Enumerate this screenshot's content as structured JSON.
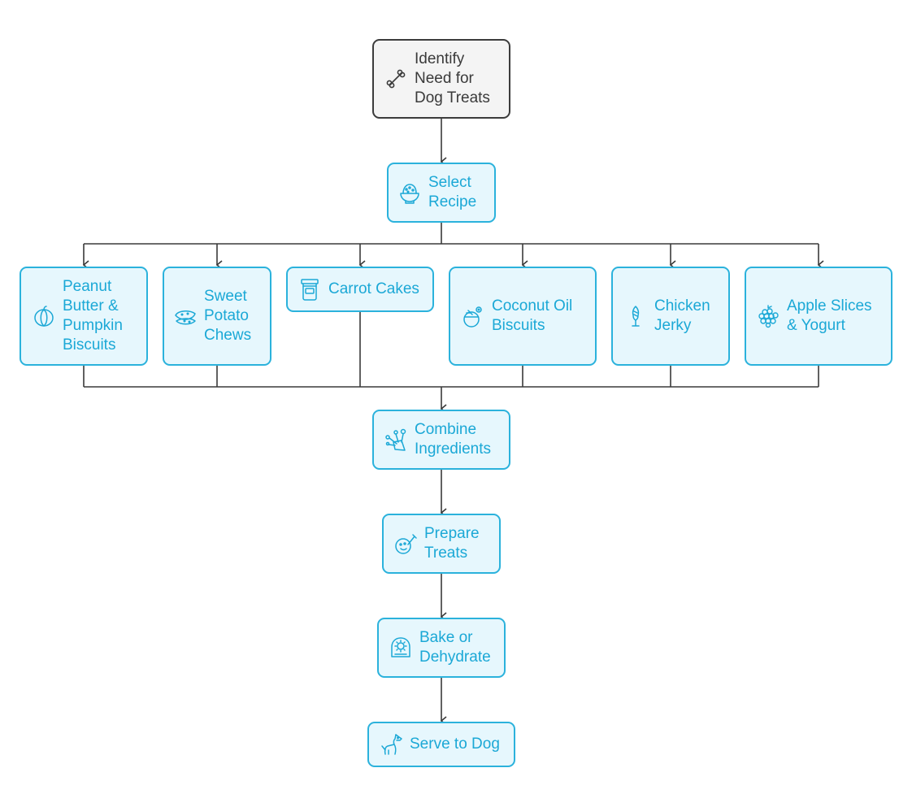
{
  "diagram": {
    "root": {
      "label": "Identify\nNeed for\nDog Treats",
      "icon": "bone-icon"
    },
    "select": {
      "label": "Select\nRecipe",
      "icon": "bowl-icon"
    },
    "recipes": [
      {
        "label": "Peanut\nButter &\nPumpkin\nBiscuits",
        "icon": "pumpkin-icon"
      },
      {
        "label": "Sweet\nPotato\nChews",
        "icon": "sweet-potato-icon"
      },
      {
        "label": "Carrot Cakes",
        "icon": "jar-icon"
      },
      {
        "label": "Coconut Oil\nBiscuits",
        "icon": "coconut-icon"
      },
      {
        "label": "Chicken\nJerky",
        "icon": "jerky-icon"
      },
      {
        "label": "Apple Slices\n& Yogurt",
        "icon": "berry-icon"
      }
    ],
    "combine": {
      "label": "Combine\nIngredients",
      "icon": "spices-icon"
    },
    "prepare": {
      "label": "Prepare\nTreats",
      "icon": "mixing-icon"
    },
    "bake": {
      "label": "Bake or\nDehydrate",
      "icon": "oven-icon"
    },
    "serve": {
      "label": "Serve to Dog",
      "icon": "dog-icon"
    }
  },
  "colors": {
    "accent": "#2bb2dc",
    "accent_fill": "#e6f7fd",
    "accent_text": "#1ba8d6",
    "root_border": "#3c3c3c",
    "root_fill": "#f4f4f4",
    "connector": "#3a3a3a"
  }
}
